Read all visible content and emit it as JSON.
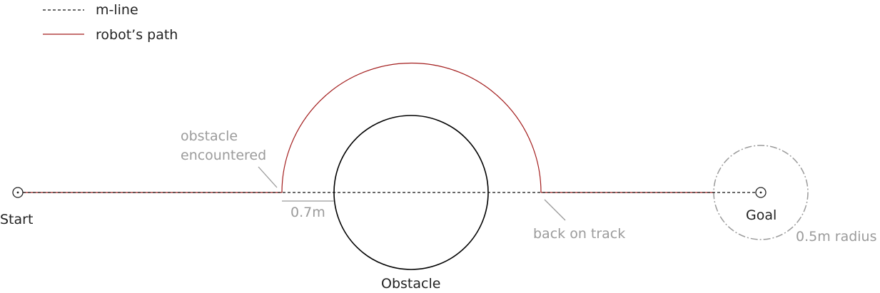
{
  "legend": {
    "mline_label": "m-line",
    "path_label": "robot’s path"
  },
  "labels": {
    "start": "Start",
    "goal": "Goal",
    "obstacle": "Obstacle",
    "obstacle_encountered_line1": "obstacle",
    "obstacle_encountered_line2": "encountered",
    "back_on_track": "back on track",
    "clearance": "0.7m",
    "goal_radius": "0.5m radius"
  },
  "colors": {
    "path": "#a31d1d",
    "mline": "#111111",
    "obstacle": "#000000",
    "annotation": "#9b9b9b"
  }
}
